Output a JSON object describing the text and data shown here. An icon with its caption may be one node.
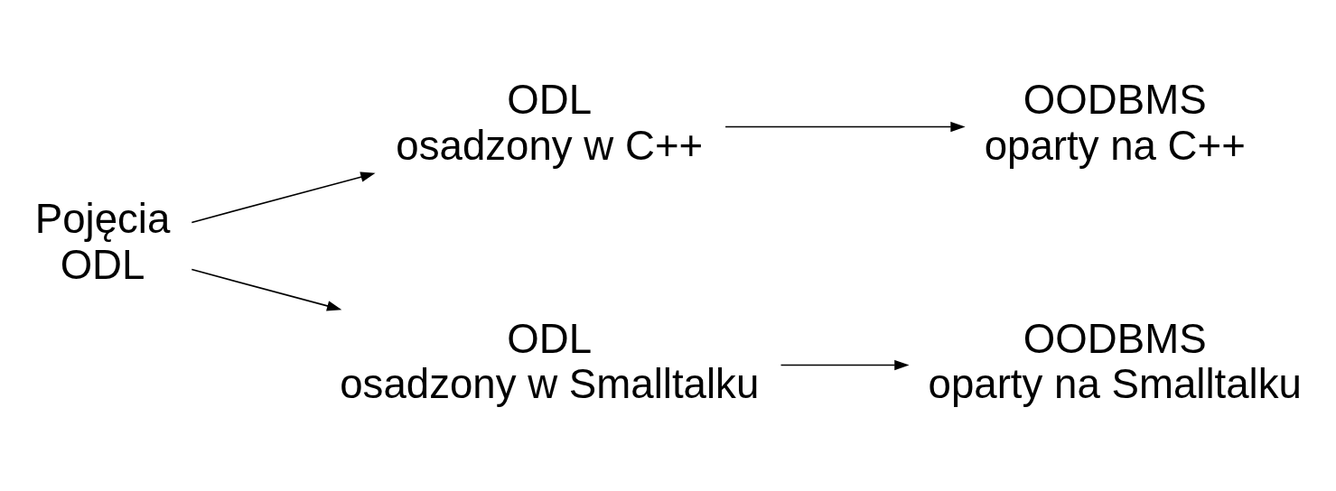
{
  "diagram": {
    "nodes": [
      {
        "text": [
          "Pojęcia",
          "ODL"
        ]
      },
      {
        "text": [
          "ODL",
          "osadzony w C++"
        ]
      },
      {
        "text": [
          "OODBMS",
          "oparty na C++"
        ]
      },
      {
        "text": [
          "ODL",
          "osadzony w Smalltalku"
        ]
      },
      {
        "text": [
          "OODBMS",
          "oparty na Smalltalku"
        ]
      }
    ],
    "edges": [
      {
        "from": 0,
        "to": 1,
        "arrow": "to"
      },
      {
        "from": 0,
        "to": 3,
        "arrow": "to"
      },
      {
        "from": 1,
        "to": 2,
        "arrow": "to"
      },
      {
        "from": 3,
        "to": 4,
        "arrow": "to"
      }
    ]
  }
}
